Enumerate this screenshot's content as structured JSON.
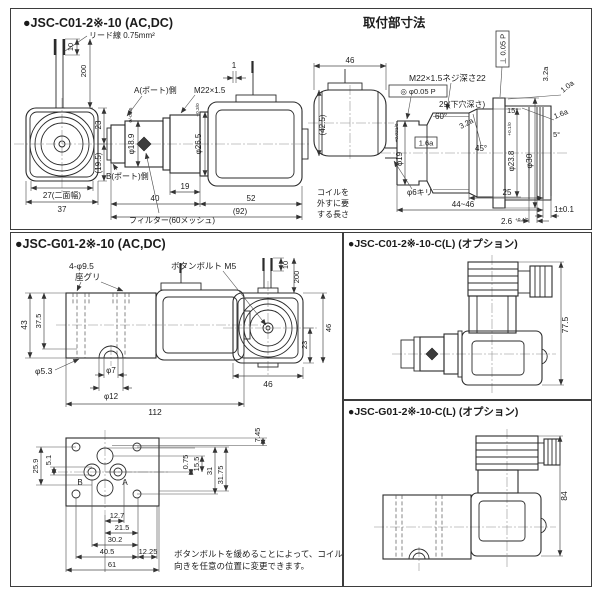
{
  "c01": {
    "title": "●JSC-C01-2※-10 (AC,DC)",
    "lead_wire": "リード線 0.75mm²",
    "d10": "10",
    "d200": "200",
    "d23": "23",
    "d19_5": "(19.5)",
    "d27": "27(二面幅)",
    "d37": "37",
    "port_a": "A(ポート)側",
    "port_b": "B(ポート)側",
    "m22": "M22×1.5",
    "d18_9": "φ18.9",
    "d18_9_tol": "0/-0.05",
    "d26_5": "φ26.5",
    "d26_5_tol": "+0.3/0",
    "d1": "1",
    "d19": "19",
    "d40": "40",
    "d52": "52",
    "d92": "(92)",
    "filter": "フィルター(60メッシュ)",
    "d46": "46",
    "d42_5": "(42.5)",
    "coil_note_l1": "コイルを",
    "coil_note_l2": "外すに要",
    "coil_note_l3": "する長さ"
  },
  "mount": {
    "title": "取付部寸法",
    "perp_frame": "⊥ 0.05 P",
    "conc_frame": "◎ φ0.05 P",
    "m22_thread": "M22×1.5ネジ深さ22",
    "d29": "29(下穴深さ)",
    "a60": "60°",
    "a45": "45°",
    "a15": "15°",
    "a5": "5°",
    "f32_slant": "3.2a",
    "f32_vert": "3.2a",
    "f16_box": "1.6a",
    "f16_slant": "1.6a",
    "f10_slant": "1.0a",
    "d19": "φ19",
    "d19_tol": "+0.021/0",
    "d6": "φ6キリ",
    "d23_8": "φ23.8",
    "d23_8_tol": "+0.1/0",
    "d30": "φ30",
    "d25": "25",
    "d44_46": "44~46",
    "d2_6": "2.6",
    "d2_6_tol": "+0.4/0",
    "d1_01": "1±0.1"
  },
  "g01": {
    "title": "●JSC-G01-2※-10 (AC,DC)",
    "cbore_l1": "4-φ9.5",
    "cbore_l2": "座グリ",
    "button_bolt": "ボタンボルト M5",
    "d43": "43",
    "d37_5": "37.5",
    "d5_3": "φ5.3",
    "d7": "φ7",
    "d12": "φ12",
    "d112": "112",
    "d10": "10",
    "d200": "200",
    "d46r": "46",
    "d23": "23",
    "d46b": "46",
    "face": {
      "d7_45": "7.45",
      "d25_9": "25.9",
      "d5_1": "5.1",
      "d0_75": "0.75",
      "d15_5": "15.5",
      "d31": "31",
      "d31_75": "31.75",
      "d12_7": "12.7",
      "d21_5": "21.5",
      "d30_2": "30.2",
      "d40_5": "40.5",
      "d12_25": "12.25",
      "d61": "61",
      "port_b": "B",
      "port_a": "A"
    },
    "note_l1": "ボタンボルトを緩めることによって、コイルの",
    "note_l2": "向きを任意の位置に変更できます。"
  },
  "c01_opt": {
    "title": "●JSC-C01-2※-10-C(L) (オプション)",
    "d77_5": "77.5"
  },
  "g01_opt": {
    "title": "●JSC-G01-2※-10-C(L) (オプション)",
    "d84": "84"
  }
}
